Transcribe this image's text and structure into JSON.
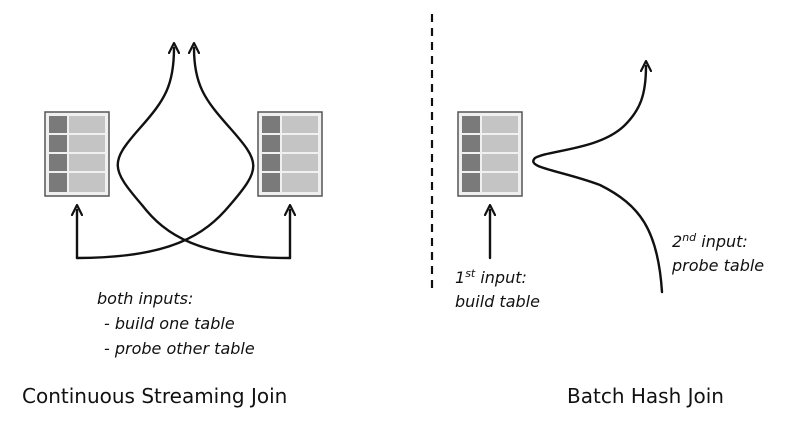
{
  "left": {
    "label_title": "both inputs:",
    "label_line1": "- build one table",
    "label_line2": "- probe other table",
    "caption": "Continuous Streaming Join"
  },
  "right": {
    "first_sup": "st",
    "first_rest": " input:",
    "first_num": "1",
    "first_line2": "build table",
    "second_num": "2",
    "second_sup": "nd",
    "second_rest": " input:",
    "second_line2": "probe table",
    "caption": "Batch Hash Join"
  },
  "colors": {
    "table_dark": "#7a7a7a",
    "table_light": "#c4c4c4",
    "table_border": "#555555",
    "table_bg": "#f0f0f0"
  },
  "icons": [
    "hash-table-icon",
    "arrow-icon",
    "dashed-divider"
  ]
}
